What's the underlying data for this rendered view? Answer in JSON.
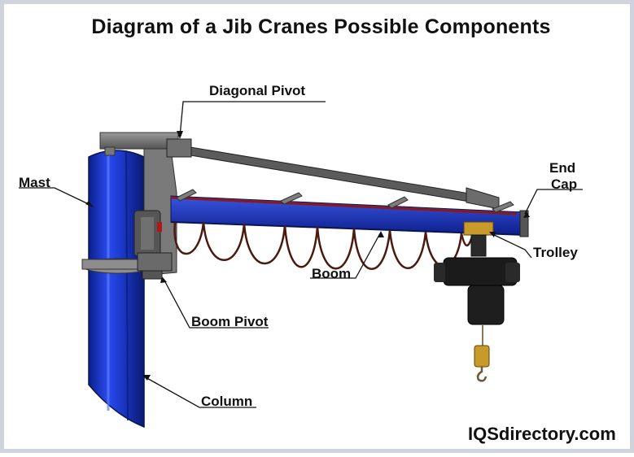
{
  "title": "Diagram of a Jib Cranes Possible Components",
  "labels": {
    "diagonal_pivot": "Diagonal Pivot",
    "end_cap_line1": "End",
    "end_cap_line2": "Cap",
    "mast": "Mast",
    "trolley": "Trolley",
    "boom": "Boom",
    "boom_pivot": "Boom Pivot",
    "column": "Column"
  },
  "watermark": "IQSdirectory.com",
  "colors": {
    "column_blue": "#1f3fd6",
    "steel_gray": "#6e6e6e",
    "boom_red": "#8a1a1a",
    "hook_gold": "#c89a2a",
    "hoist_black": "#1b1b1b"
  }
}
